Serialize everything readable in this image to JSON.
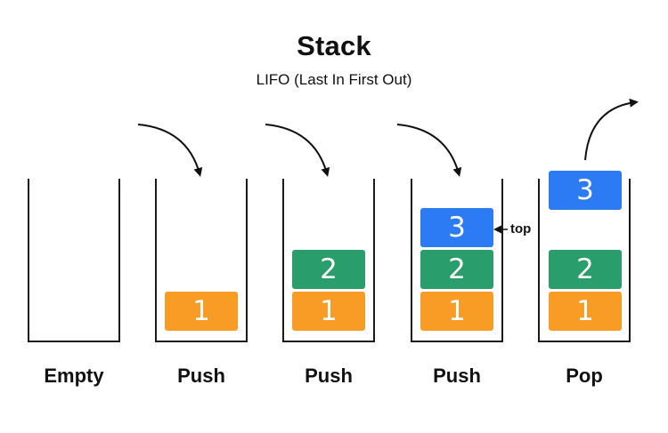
{
  "title": "Stack",
  "subtitle": "LIFO (Last In First Out)",
  "columns": [
    {
      "label": "Empty",
      "blocks": []
    },
    {
      "label": "Push",
      "blocks": [
        "1"
      ]
    },
    {
      "label": "Push",
      "blocks": [
        "1",
        "2"
      ]
    },
    {
      "label": "Push",
      "blocks": [
        "1",
        "2",
        "3"
      ]
    },
    {
      "label": "Pop",
      "blocks": [
        "1",
        "2"
      ],
      "popped": "3"
    }
  ],
  "pointer": {
    "label": "top"
  },
  "colors": {
    "block_1": "#f89c26",
    "block_2": "#2a9d6c",
    "block_3": "#2d7bf4",
    "outline": "#1a1a1a"
  }
}
